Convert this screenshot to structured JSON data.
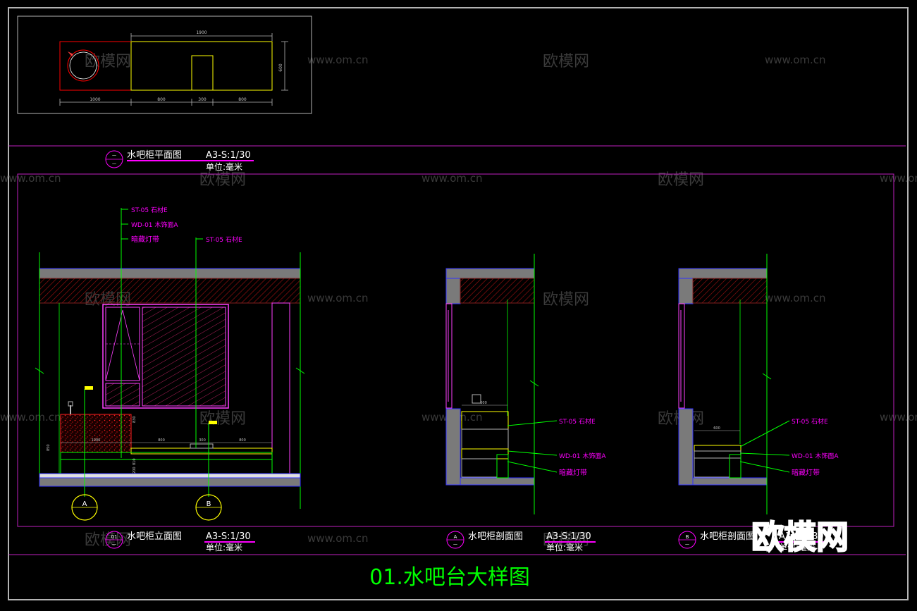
{
  "watermarks": {
    "brand_small": "欧模网",
    "site": "www.om.cn",
    "brand_large": "欧模网"
  },
  "plan": {
    "dims_top": [
      "1900"
    ],
    "dims_bottom": [
      "1000",
      "800",
      "300",
      "800"
    ],
    "dim_right": "600",
    "caption": {
      "symbol_top": "一",
      "symbol_bottom": "一",
      "title": "水吧柜平面图",
      "scale": "A3-S:1/30",
      "unit": "单位:毫米"
    }
  },
  "elevation": {
    "annotations": [
      "ST-05 石材E",
      "WD-01 木饰面A",
      "暗藏灯带",
      "ST-05 石材E"
    ],
    "dims": [
      "1000",
      "800",
      "300",
      "800",
      "830",
      "810",
      "200",
      "850"
    ],
    "markers": [
      "A",
      "B"
    ],
    "caption": {
      "symbol_top": "01",
      "symbol_bottom": "一",
      "title": "水吧柜立面图",
      "scale": "A3-S:1/30",
      "unit": "单位:毫米"
    }
  },
  "section_a": {
    "annotations": [
      "ST-05 石材E",
      "WD-01 木饰面A",
      "暗藏灯带"
    ],
    "dims": [
      "600"
    ],
    "caption": {
      "symbol_top": "A",
      "symbol_bottom": "一",
      "title": "水吧柜剖面图",
      "scale": "A3-S:1/30",
      "unit": "单位:毫米"
    }
  },
  "section_b": {
    "annotations": [
      "ST-05 石材E",
      "WD-01 木饰面A",
      "暗藏灯带"
    ],
    "dims": [
      "600"
    ],
    "caption": {
      "symbol_top": "B",
      "symbol_bottom": "一",
      "title": "水吧柜剖面图",
      "scale": "A3-S:1/30",
      "unit": "单位:毫米"
    }
  },
  "sheet_title": "01.水吧台大样图",
  "colors": {
    "background": "#000000",
    "frame": "#b4b4b4",
    "magenta": "#ff00ff",
    "green": "#00ff00",
    "yellow": "#ffff00",
    "red": "#ff0000",
    "blue": "#3030ff",
    "gray": "#808080",
    "white": "#ffffff"
  }
}
